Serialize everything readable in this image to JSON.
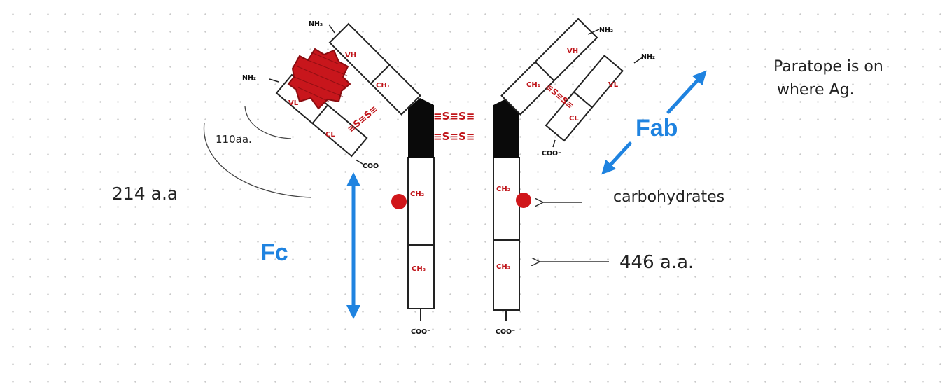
{
  "groups": {
    "nh2": "NH₂",
    "coo": "COO⁻"
  },
  "domains": {
    "vh": "VH",
    "ch1": "CH₁",
    "vl": "VL",
    "cl": "CL",
    "ch2": "CH₂",
    "ch3": "CH₃"
  },
  "bonds": {
    "disulfide": "≡S≡S≡"
  },
  "labels": {
    "fab": "Fab",
    "fc": "Fc",
    "light_chain_length": "214 a.a",
    "variable_length": "110aa.",
    "heavy_chain_length": "446 a.a.",
    "carbohydrates": "carbohydrates",
    "paratope_line1": "Paratope is on",
    "paratope_line2": "where Ag."
  },
  "colors": {
    "red": "#c0151a",
    "blue": "#1f83e0",
    "ink": "#222222"
  }
}
